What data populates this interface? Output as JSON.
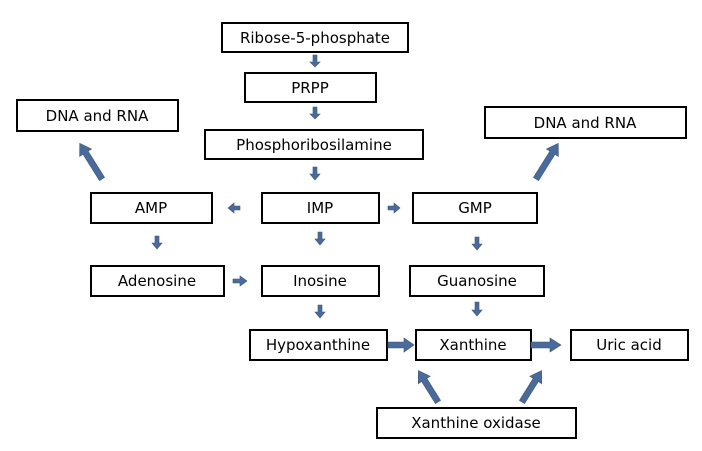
{
  "colors": {
    "arrow": "#4a6b9a",
    "box_border": "#000000",
    "background": "#ffffff"
  },
  "nodes": {
    "ribose5p": "Ribose-5-phosphate",
    "prpp": "PRPP",
    "phosphoribosylamine": "Phosphoribosilamine",
    "dna_rna_left": "DNA and RNA",
    "dna_rna_right": "DNA and RNA",
    "amp": "AMP",
    "imp": "IMP",
    "gmp": "GMP",
    "adenosine": "Adenosine",
    "inosine": "Inosine",
    "guanosine": "Guanosine",
    "hypoxanthine": "Hypoxanthine",
    "xanthine": "Xanthine",
    "uric_acid": "Uric acid",
    "xanthine_oxidase": "Xanthine oxidase"
  }
}
